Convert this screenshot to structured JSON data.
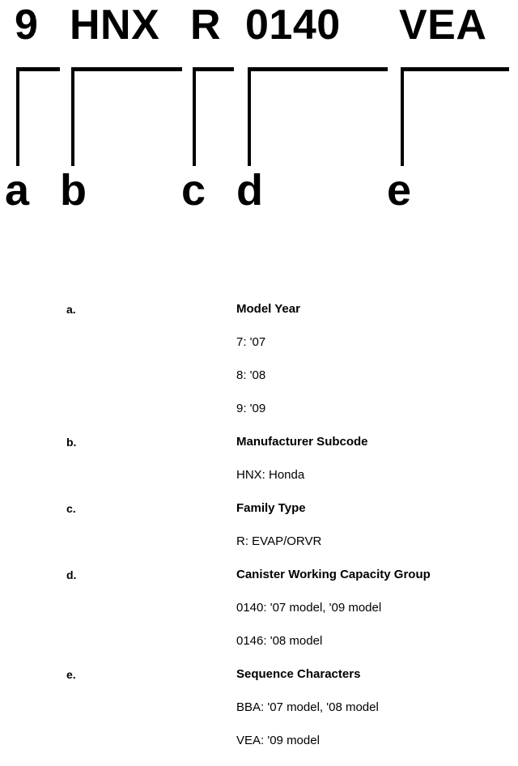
{
  "diagram": {
    "code_segments": [
      {
        "id": "a",
        "text": "9"
      },
      {
        "id": "b",
        "text": "HNX"
      },
      {
        "id": "c",
        "text": "R"
      },
      {
        "id": "d",
        "text": "0140"
      },
      {
        "id": "e",
        "text": "VEA"
      }
    ],
    "key_letters": [
      {
        "id": "a",
        "label": "a"
      },
      {
        "id": "b",
        "label": "b"
      },
      {
        "id": "c",
        "label": "c"
      },
      {
        "id": "d",
        "label": "d"
      },
      {
        "id": "e",
        "label": "e"
      }
    ],
    "line_color": "#000000",
    "background_color": "#ffffff"
  },
  "legend": {
    "groups": [
      {
        "marker": "a.",
        "title": "Model Year",
        "items": [
          "7: '07",
          "8: '08",
          "9: '09"
        ]
      },
      {
        "marker": "b.",
        "title": "Manufacturer Subcode",
        "items": [
          "HNX: Honda"
        ]
      },
      {
        "marker": "c.",
        "title": "Family Type",
        "items": [
          "R: EVAP/ORVR"
        ]
      },
      {
        "marker": "d.",
        "title": "Canister Working Capacity Group",
        "items": [
          "0140: '07 model, '09 model",
          "0146: '08 model"
        ]
      },
      {
        "marker": "e.",
        "title": "Sequence Characters",
        "items": [
          "BBA: '07 model, '08 model",
          "VEA: '09 model"
        ]
      }
    ]
  }
}
